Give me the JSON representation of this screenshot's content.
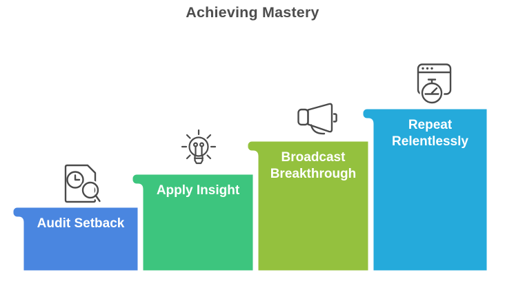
{
  "title": "Achieving Mastery",
  "colors": {
    "title_text": "#4d4d4d",
    "icon_stroke": "#4a4a4a",
    "step_label_text": "#ffffff",
    "outline": "#ffffff",
    "background": "#ffffff"
  },
  "steps": [
    {
      "label": "Audit Setback",
      "color": "#4a86e0",
      "icon": "document-search-icon"
    },
    {
      "label": "Apply Insight",
      "color": "#3dc57e",
      "icon": "lightbulb-idea-icon"
    },
    {
      "label": "Broadcast Breakthrough",
      "color": "#94c13e",
      "icon": "megaphone-icon"
    },
    {
      "label": "Repeat Relentlessly",
      "color": "#25aadb",
      "icon": "stopwatch-window-icon"
    }
  ]
}
